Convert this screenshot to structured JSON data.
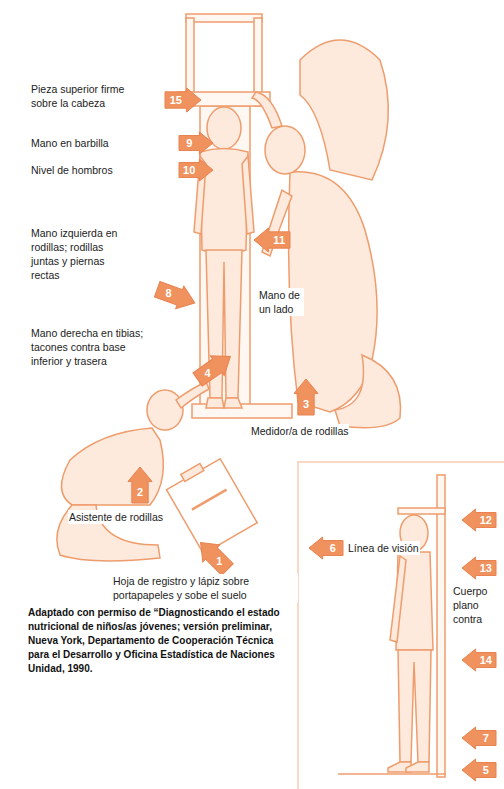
{
  "diagram": {
    "caption": "Adaptado con permiso de “Diagnosticando el estado nutricional de niños/as jóvenes; versión preliminar, Nueva York, Departamento de Cooperación Técnica para el Desarrollo y Oficina Estadística de Naciones Unidad, 1990.",
    "nodes": [
      {
        "text": [
          "15"
        ]
      },
      {
        "text": [
          "9"
        ]
      },
      {
        "text": [
          "10"
        ]
      },
      {
        "text": [
          "8"
        ]
      },
      {
        "text": [
          "11"
        ]
      },
      {
        "text": [
          "4"
        ]
      },
      {
        "text": [
          "3"
        ]
      },
      {
        "text": [
          "2"
        ]
      },
      {
        "text": [
          "1"
        ]
      },
      {
        "text": [
          "6"
        ]
      },
      {
        "text": [
          "12"
        ]
      },
      {
        "text": [
          "13"
        ]
      },
      {
        "text": [
          "14"
        ]
      },
      {
        "text": [
          "7"
        ]
      },
      {
        "text": [
          "5"
        ]
      }
    ],
    "labels": [
      "Pieza superior firme sobre la cabeza",
      "Mano en barbilla",
      "Nivel de hombros",
      "Mano izquierda en rodillas; rodillas juntas y piernas rectas",
      "Mano de un lado",
      "Mano derecha en tibias; tacones contra base inferior y trasera",
      "Medidor/a de rodillas",
      "Asistente de rodillas",
      "Hoja de registro y lápiz sobre portapapeles y sobe el suelo",
      "Línea de visión",
      "Cuerpo plano contra"
    ]
  }
}
